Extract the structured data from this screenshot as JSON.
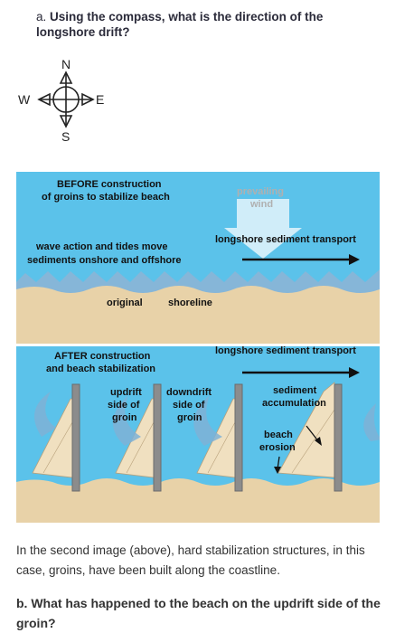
{
  "question_a": {
    "letter": "a.",
    "text": "Using the compass, what is the direction of the longshore drift?"
  },
  "compass": {
    "n": "N",
    "s": "S",
    "e": "E",
    "w": "W"
  },
  "figure": {
    "before": {
      "title_line1": "BEFORE construction",
      "title_line2": "of groins to stabilize beach",
      "prevailing_line1": "prevailing",
      "prevailing_line2": "wind",
      "wave_line1": "wave action and tides move",
      "wave_line2": "sediments onshore and offshore",
      "longshore": "longshore sediment transport",
      "original": "original",
      "shoreline": "shoreline"
    },
    "after": {
      "title_line1": "AFTER construction",
      "title_line2": "and beach stabilization",
      "longshore": "longshore sediment transport",
      "updrift_line1": "updrift",
      "updrift_line2": "side of",
      "updrift_line3": "groin",
      "downdrift_line1": "downdrift",
      "downdrift_line2": "side of",
      "downdrift_line3": "groin",
      "accum_line1": "sediment",
      "accum_line2": "accumulation",
      "erosion_line1": "beach",
      "erosion_line2": "erosion"
    },
    "colors": {
      "water": "#5bc2ea",
      "sand": "#e8d2a8",
      "groin": "#8c8c8c",
      "wave": "#7fb2d6"
    }
  },
  "caption": "In the second image (above), hard stabilization structures, in this case, groins, have been built along the coastline.",
  "question_b": "b. What has happened to the beach on the updrift side of the groin?"
}
